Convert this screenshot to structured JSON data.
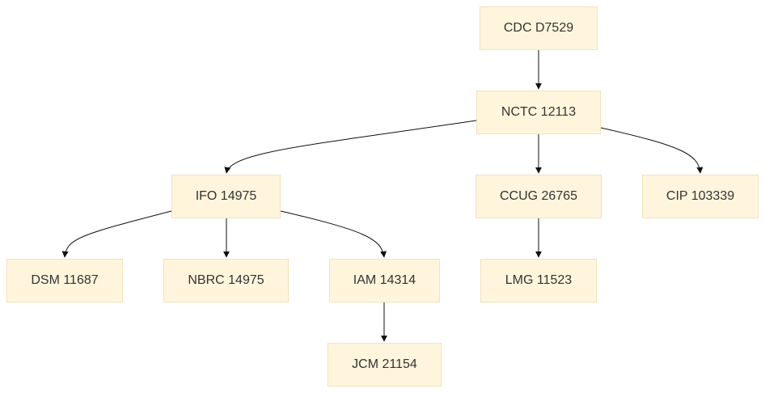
{
  "colors": {
    "node_fill": "#fff5dc",
    "node_border": "#f1e3b8",
    "edge": "#111111",
    "text": "#333333"
  },
  "nodes": [
    {
      "id": "cdc",
      "label": "CDC D7529"
    },
    {
      "id": "nctc",
      "label": "NCTC 12113"
    },
    {
      "id": "ifo",
      "label": "IFO 14975"
    },
    {
      "id": "ccug",
      "label": "CCUG 26765"
    },
    {
      "id": "cip",
      "label": "CIP 103339"
    },
    {
      "id": "dsm",
      "label": "DSM 11687"
    },
    {
      "id": "nbrc",
      "label": "NBRC 14975"
    },
    {
      "id": "iam",
      "label": "IAM 14314"
    },
    {
      "id": "lmg",
      "label": "LMG 11523"
    },
    {
      "id": "jcm",
      "label": "JCM 21154"
    }
  ],
  "edges": [
    {
      "from": "cdc",
      "to": "nctc"
    },
    {
      "from": "nctc",
      "to": "ifo"
    },
    {
      "from": "nctc",
      "to": "ccug"
    },
    {
      "from": "nctc",
      "to": "cip"
    },
    {
      "from": "ifo",
      "to": "dsm"
    },
    {
      "from": "ifo",
      "to": "nbrc"
    },
    {
      "from": "ifo",
      "to": "iam"
    },
    {
      "from": "ccug",
      "to": "lmg"
    },
    {
      "from": "iam",
      "to": "jcm"
    }
  ]
}
